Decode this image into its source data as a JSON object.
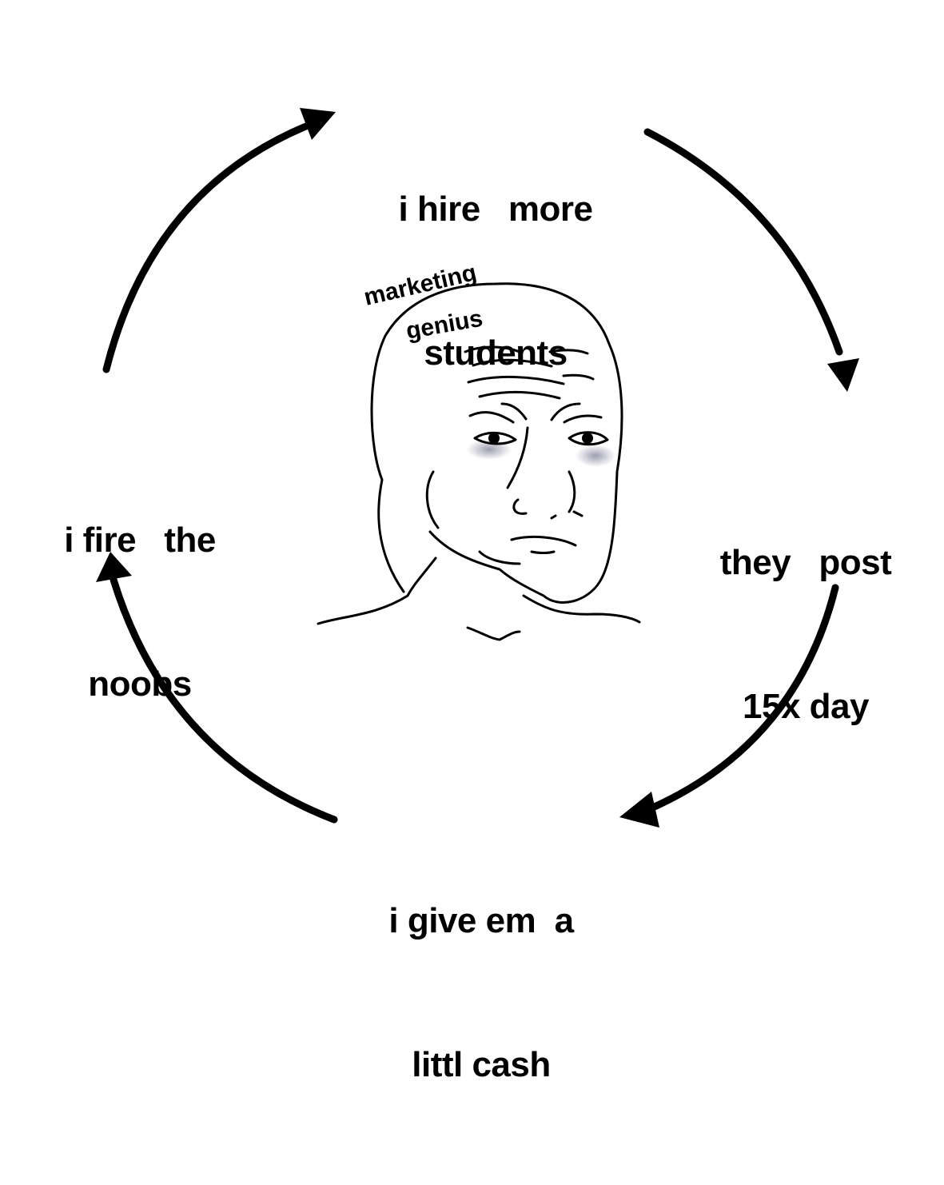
{
  "meme": {
    "cycle_steps": [
      {
        "id": "top",
        "lines": [
          "i hire   more",
          "students"
        ]
      },
      {
        "id": "right",
        "lines": [
          "they   post",
          "15x day"
        ]
      },
      {
        "id": "bottom",
        "lines": [
          "i give em  a",
          "littl cash"
        ]
      },
      {
        "id": "left",
        "lines": [
          "i fire   the",
          "noobs"
        ]
      }
    ],
    "head_caption": [
      "marketing",
      "genius"
    ],
    "colors": {
      "background": "#ffffff",
      "ink": "#000000",
      "eye_shadow": "#8a8aa0"
    },
    "character_icon": "wojak-sad-face-icon"
  }
}
